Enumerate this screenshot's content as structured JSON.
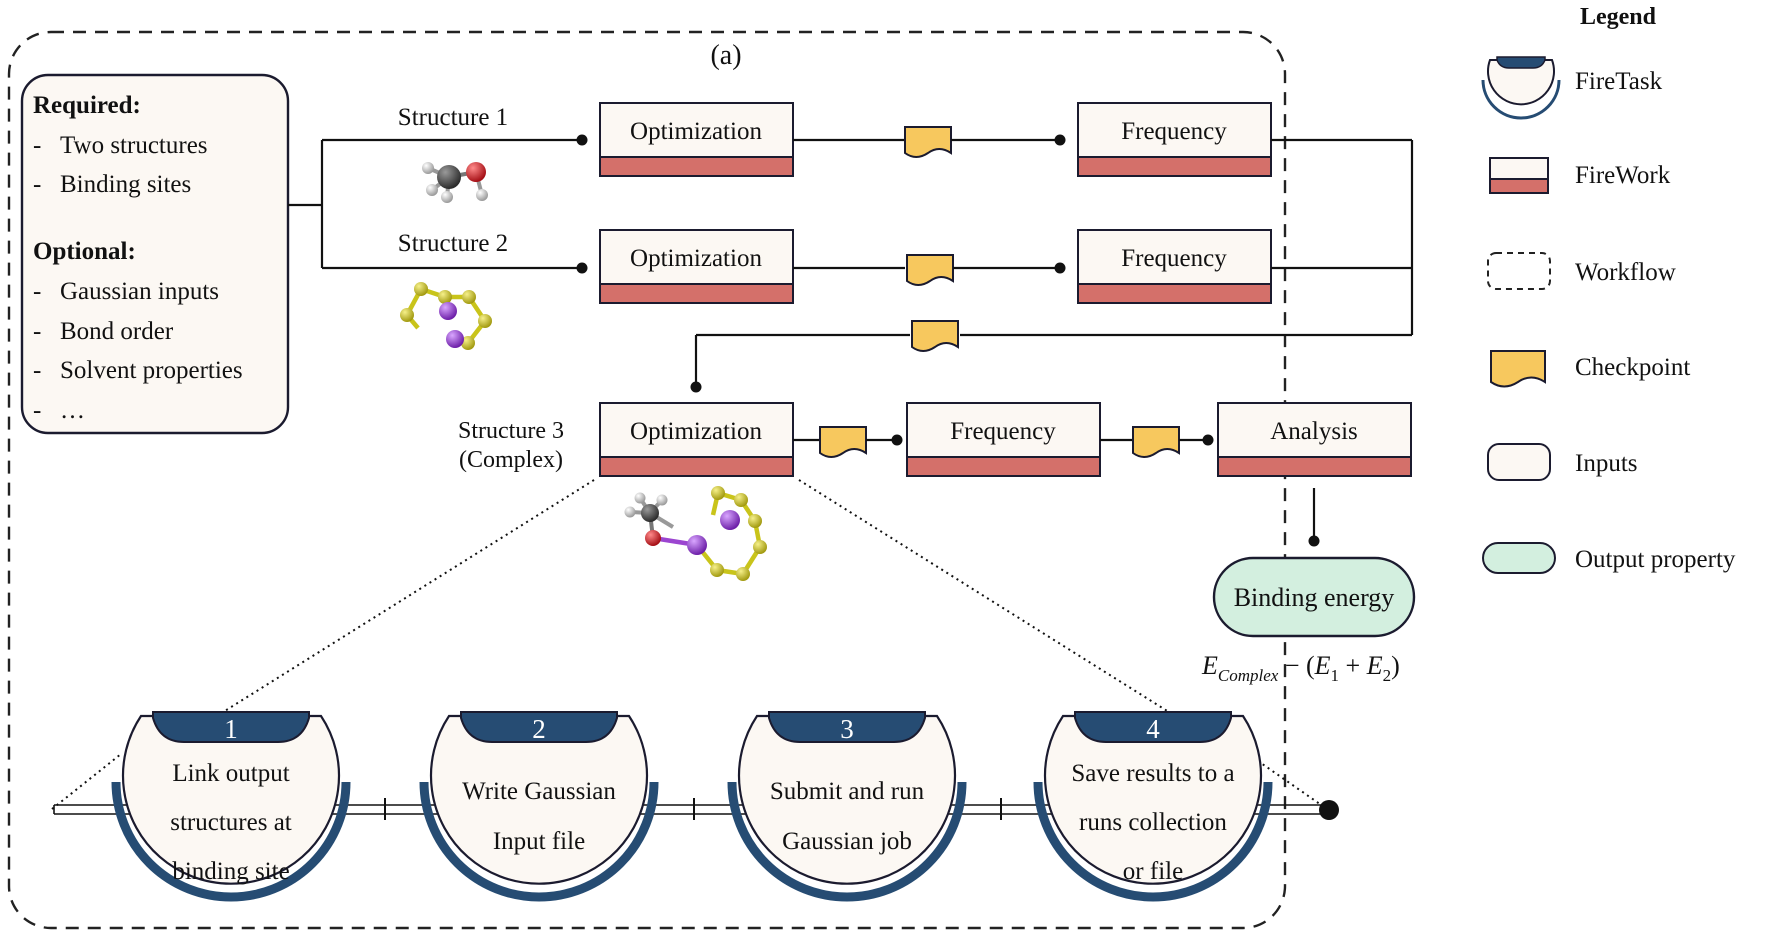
{
  "panel_label": "(a)",
  "inputs": {
    "required_title": "Required:",
    "required_items": [
      "Two structures",
      "Binding sites"
    ],
    "optional_title": "Optional:",
    "optional_items": [
      "Gaussian inputs",
      "Bond order",
      "Solvent properties",
      "…"
    ]
  },
  "structures": {
    "s1": "Structure 1",
    "s2": "Structure 2",
    "s3_line1": "Structure 3",
    "s3_line2": "(Complex)"
  },
  "fireworks": {
    "opt1": "Optimization",
    "freq1": "Frequency",
    "opt2": "Optimization",
    "freq2": "Frequency",
    "opt3": "Optimization",
    "freq3": "Frequency",
    "analysis": "Analysis"
  },
  "output": {
    "label": "Binding energy",
    "formula": "E_Complex − (E₁ + E₂)",
    "formula_E": "E",
    "formula_sub_complex": "Complex",
    "formula_minus": " − (",
    "formula_sub_1": "1",
    "formula_plus": " + ",
    "formula_sub_2": "2",
    "formula_close": ")"
  },
  "firetasks": [
    {
      "number": "1",
      "lines": [
        "Link output",
        "structures at",
        "binding site"
      ]
    },
    {
      "number": "2",
      "lines": [
        "Write Gaussian",
        "Input file"
      ]
    },
    {
      "number": "3",
      "lines": [
        "Submit and run",
        "Gaussian job"
      ]
    },
    {
      "number": "4",
      "lines": [
        "Save results to a",
        "runs collection",
        "or file"
      ]
    }
  ],
  "legend": {
    "title": "Legend",
    "items": [
      "FireTask",
      "FireWork",
      "Workflow",
      "Checkpoint",
      "Inputs",
      "Output property"
    ]
  },
  "colors": {
    "firework_bar": "#d4706a",
    "firework_body": "#fcf8f3",
    "checkpoint": "#f7c85e",
    "firetask_cap": "#264c73",
    "output_fill": "#d3efdf",
    "sulfur": "#c9c41a",
    "iodine": "#9b45d0",
    "oxygen": "#d6222a",
    "carbon": "#555555",
    "hydrogen": "#dddddd"
  }
}
